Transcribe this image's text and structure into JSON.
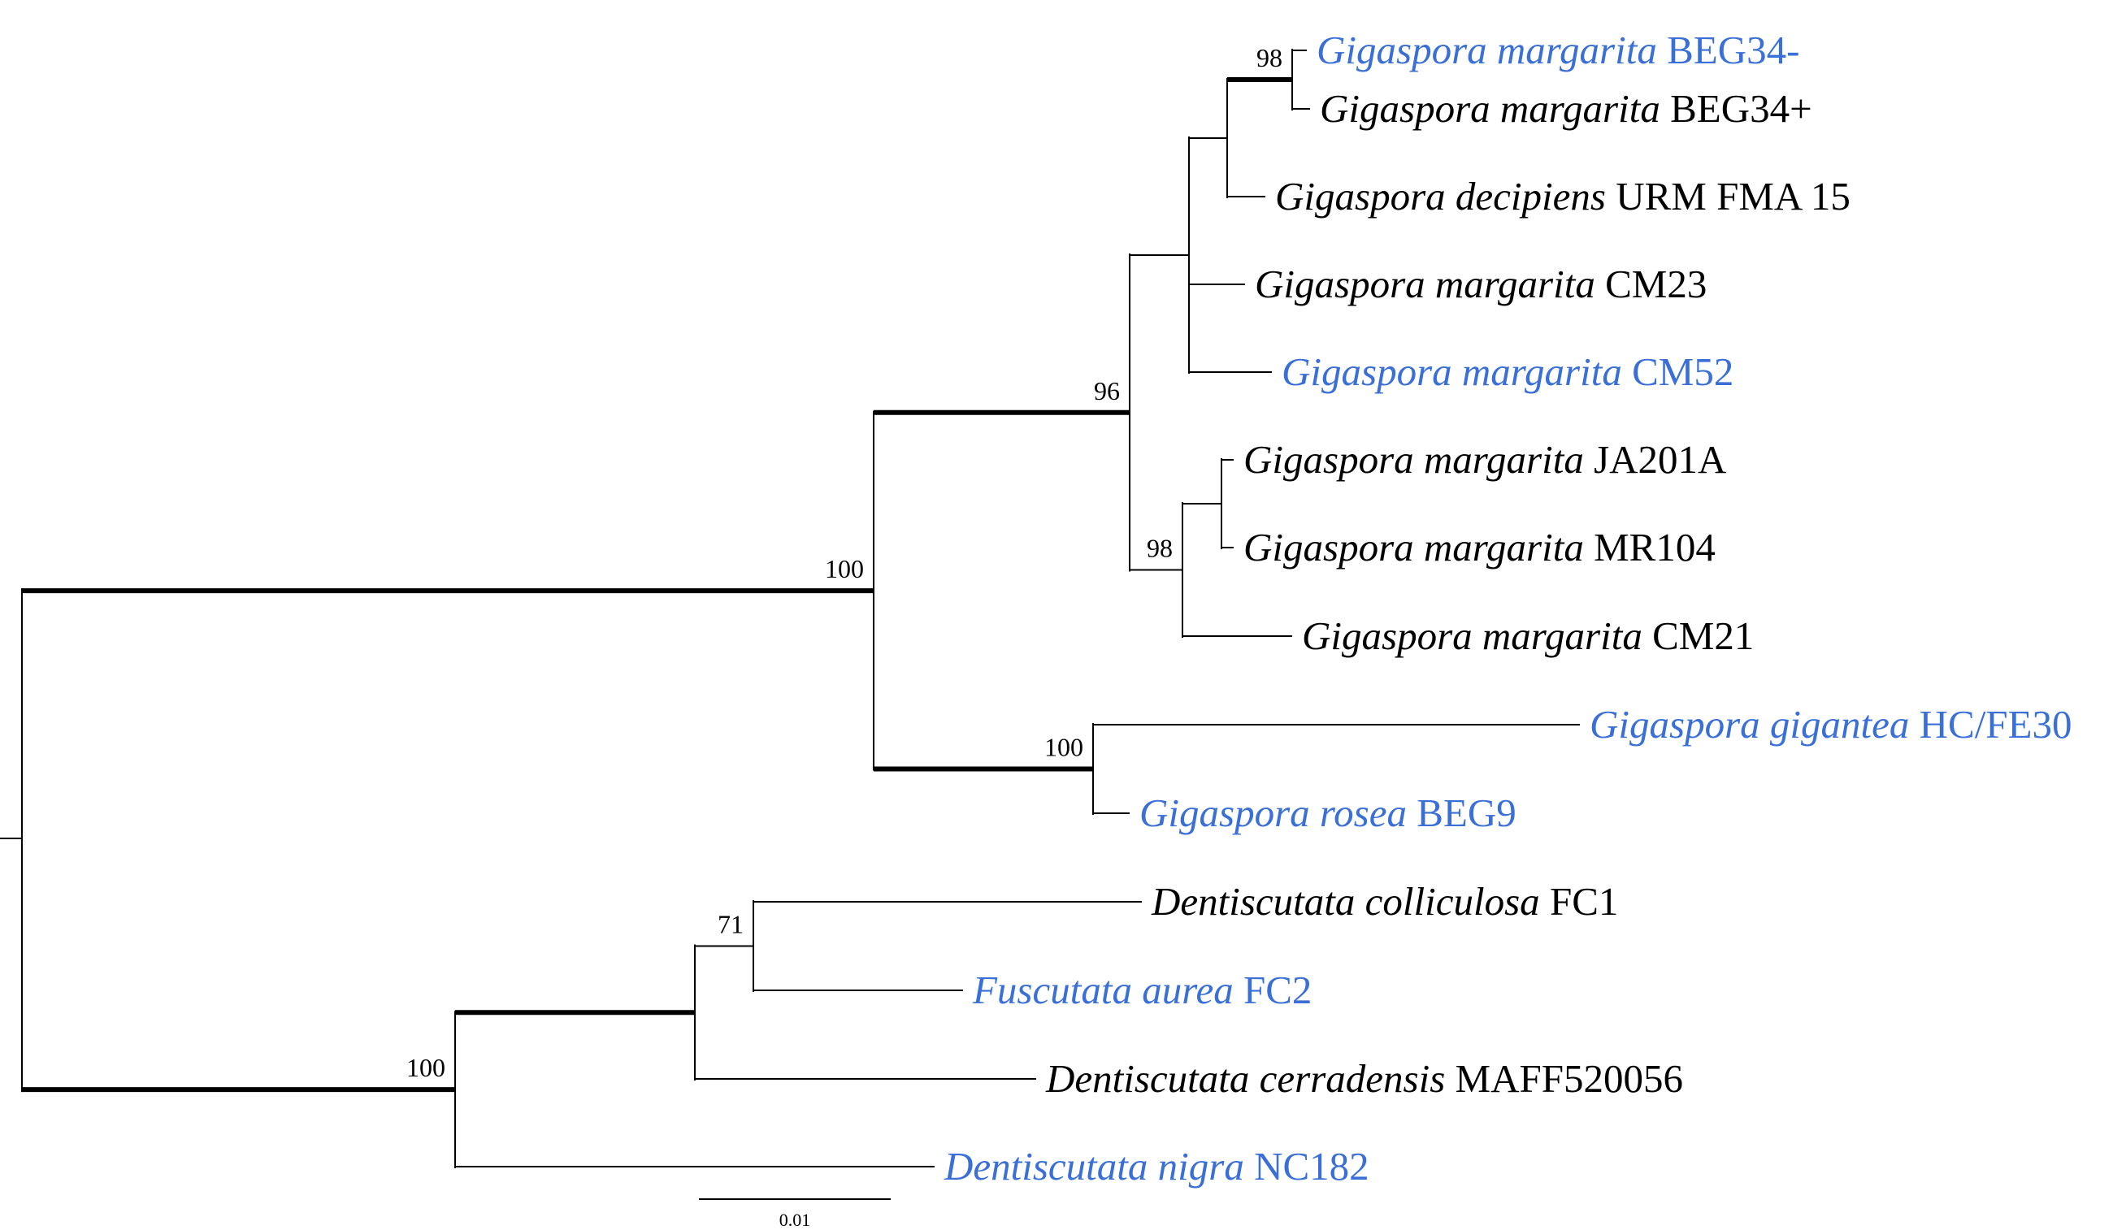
{
  "colors": {
    "highlight": "#3a6fd8",
    "default": "#000000",
    "branch": "#000000"
  },
  "scale_bar": {
    "label": "0.01",
    "value": 0.01
  },
  "taxa": [
    {
      "id": "t01",
      "italic": "Gigaspora margarita",
      "strain": "BEG34-",
      "highlighted": true
    },
    {
      "id": "t02",
      "italic": "Gigaspora margarita",
      "strain": "BEG34+",
      "highlighted": false
    },
    {
      "id": "t03",
      "italic": "Gigaspora decipiens",
      "strain": "URM FMA 15",
      "highlighted": false
    },
    {
      "id": "t04",
      "italic": "Gigaspora margarita",
      "strain": "CM23",
      "highlighted": false
    },
    {
      "id": "t05",
      "italic": "Gigaspora margarita",
      "strain": "CM52",
      "highlighted": true
    },
    {
      "id": "t06",
      "italic": "Gigaspora margarita",
      "strain": "JA201A",
      "highlighted": false
    },
    {
      "id": "t07",
      "italic": "Gigaspora margarita",
      "strain": "MR104",
      "highlighted": false
    },
    {
      "id": "t08",
      "italic": "Gigaspora margarita",
      "strain": "CM21",
      "highlighted": false
    },
    {
      "id": "t09",
      "italic": "Gigaspora gigantea",
      "strain": "HC/FE30",
      "highlighted": true
    },
    {
      "id": "t10",
      "italic": "Gigaspora rosea",
      "strain": "BEG9",
      "highlighted": true
    },
    {
      "id": "t11",
      "italic": "Dentiscutata colliculosa",
      "strain": "FC1",
      "highlighted": false
    },
    {
      "id": "t12",
      "italic": "Fuscutata aurea",
      "strain": "FC2",
      "highlighted": true
    },
    {
      "id": "t13",
      "italic": "Dentiscutata cerradensis",
      "strain": "MAFF520056",
      "highlighted": false
    },
    {
      "id": "t14",
      "italic": "Dentiscutata nigra",
      "strain": "NC182",
      "highlighted": true
    }
  ],
  "support_values": [
    {
      "clade": "Gigaspora",
      "value": "100"
    },
    {
      "clade": "Gigaspora margarita group",
      "value": "96"
    },
    {
      "clade": "BEG34- + BEG34+",
      "value": "98"
    },
    {
      "clade": "JA201A + MR104 + CM21",
      "value": "98"
    },
    {
      "clade": "gigantea + rosea",
      "value": "100"
    },
    {
      "clade": "Dentiscutata / Fuscutata",
      "value": "100"
    },
    {
      "clade": "colliculosa + aurea",
      "value": "71"
    }
  ]
}
